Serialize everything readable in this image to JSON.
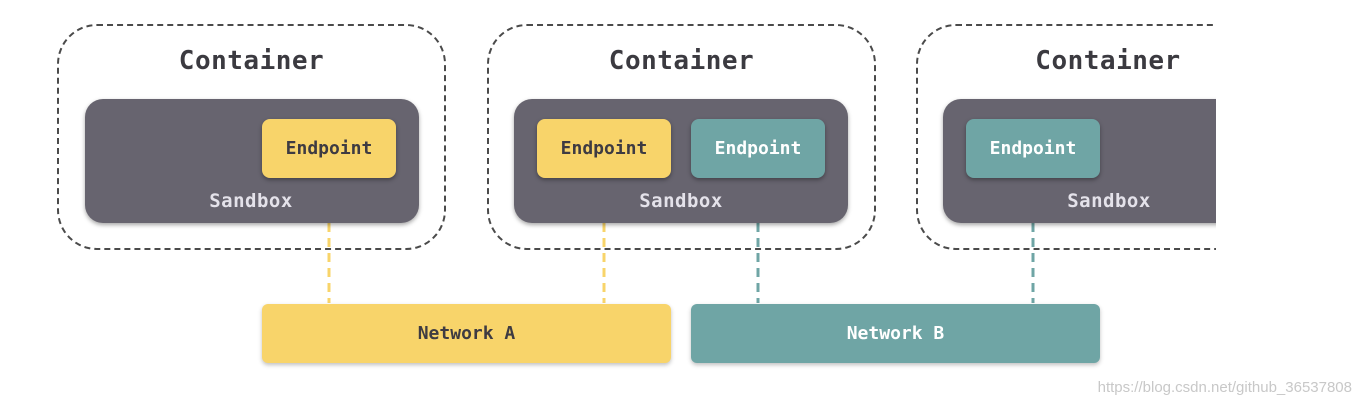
{
  "containers": [
    {
      "title": "Container",
      "sandbox_label": "Sandbox",
      "endpoints": [
        "Endpoint"
      ]
    },
    {
      "title": "Container",
      "sandbox_label": "Sandbox",
      "endpoints": [
        "Endpoint",
        "Endpoint"
      ]
    },
    {
      "title": "Container",
      "sandbox_label": "Sandbox",
      "endpoints": [
        "Endpoint"
      ]
    }
  ],
  "networks": [
    {
      "label": "Network A",
      "color": "#f8d46a"
    },
    {
      "label": "Network B",
      "color": "#6fa5a5"
    }
  ],
  "colors": {
    "network_a": "#f8d46a",
    "network_b": "#6fa5a5",
    "sandbox": "#67646f",
    "border": "#4a4a4a"
  },
  "watermark": "https://blog.csdn.net/github_36537808"
}
